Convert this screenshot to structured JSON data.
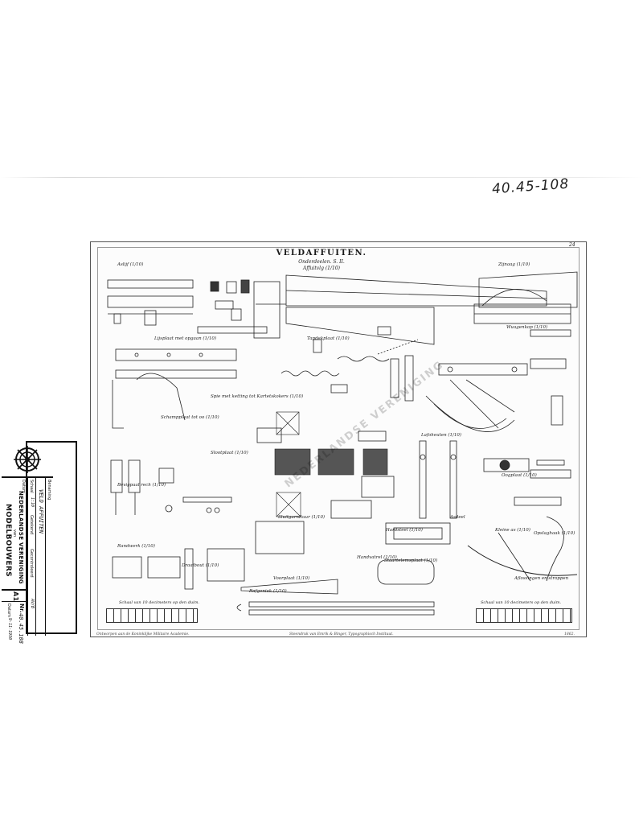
{
  "archive_number": "40.45-108",
  "plate": {
    "number": "24",
    "title": "VELDAFFUITEN.",
    "subtitle": "Onderdeelen. S. II.",
    "subtitle2": "Affuitvlg (1/10)",
    "footer_left": "Ontworpen aan de Koninklijke Militaire Academie.",
    "footer_center": "Steendruk van Emrik & Binger, Typographisch Instituut.",
    "footer_right": "1862.",
    "scale_left": "Schaal van 10 decimeters op den duim.",
    "scale_right": "Schaal van 10 decimeters op den duim."
  },
  "labels": [
    "Aslijf (1/10)",
    "Lijsplaat met opgaan (1/10)",
    "Tapdekplaat (1/10)",
    "Zijnaag (1/10)",
    "Wuagenkop (1/10)",
    "Schampplaat tot oo (1/10)",
    "Spie met ketting tot Kartetskokers (1/10)",
    "Slootplaat (1/10)",
    "Lafoheuten (1/10)",
    "Bevigpaal rech (1/10)",
    "Hardsteel (1/10)",
    "Sluitgarnituur (1/10)",
    "Draaibout (1/10)",
    "Oogplaat (1/10)",
    "Opslaghaak (1/10)",
    "Kleine as (1/10)",
    "Asdeel",
    "Voorplaat (1/10)",
    "Handvatrel (1/10)",
    "Staartelemsplaat (1/10)",
    "Rafgeniek (1/10)",
    "Aflossingen en stroppen",
    "Randwerk (1/10)"
  ],
  "watermark": "NEDERLANDSE VERENIGING",
  "stamp": {
    "header_label": "Benaming",
    "name_handwritten": "VELD AFFUITEN",
    "field_schaal": "Schaal",
    "field_getekend": "Getekend",
    "field_gecontroleerd": "Gecontroleerd",
    "field_datum": "Datum",
    "value_schaal": "1:10",
    "value_extra": "AV/B",
    "org_line1": "NEDERLANDSE VERENIGING",
    "org_line2": "van",
    "org_line3": "MODELBOUWERS",
    "size": "A1",
    "nr_label": "Nr.",
    "nr_value": "40.45.108",
    "date_label": "Datum",
    "date_value": "9-11-1950"
  }
}
